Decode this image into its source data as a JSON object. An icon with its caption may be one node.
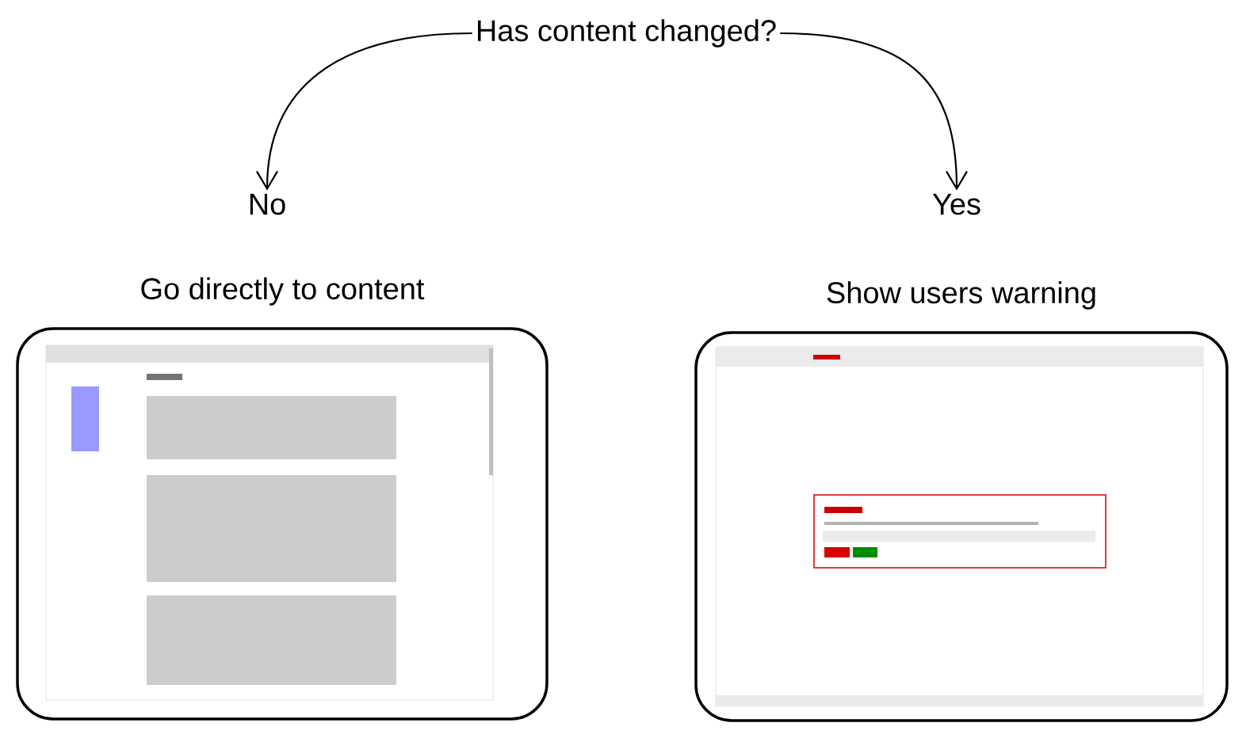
{
  "diagram": {
    "nodes": [
      {
        "text": [
          "Has content changed?"
        ]
      },
      {
        "text": [
          "No"
        ]
      },
      {
        "text": [
          "Yes"
        ]
      },
      {
        "text": [
          "Go directly to content"
        ]
      },
      {
        "text": [
          "Show users warning"
        ]
      }
    ],
    "edges": [
      {
        "from": 0,
        "to": 1,
        "arrow": "to"
      },
      {
        "from": 0,
        "to": 2,
        "arrow": "to"
      }
    ]
  }
}
